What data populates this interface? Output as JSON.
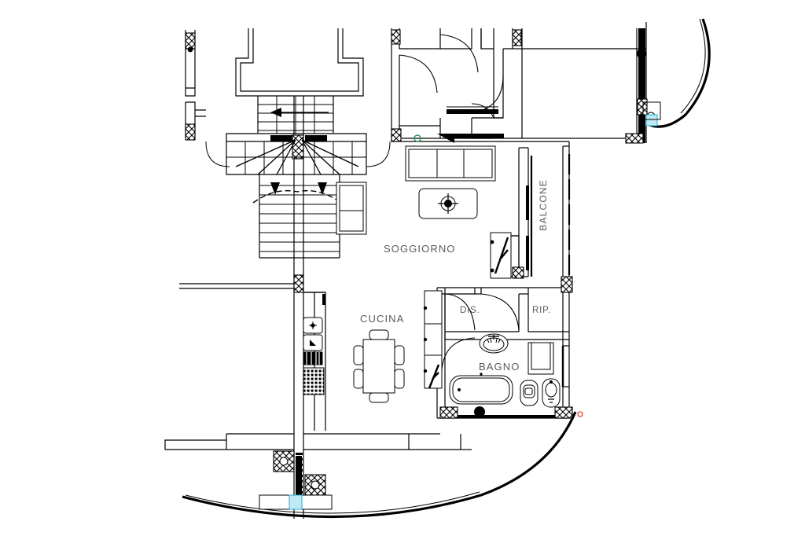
{
  "document": {
    "kind": "architectural-floor-plan",
    "style": "black-and-white CAD line drawing",
    "background_color": "#ffffff",
    "line_color": "#000000",
    "label_color": "#5a5a5a"
  },
  "rooms": [
    {
      "id": "soggiorno",
      "label": "SOGGIORNO",
      "orientation": "horizontal"
    },
    {
      "id": "cucina",
      "label": "CUCINA",
      "orientation": "horizontal"
    },
    {
      "id": "bagno",
      "label": "BAGNO",
      "orientation": "horizontal"
    },
    {
      "id": "dis",
      "label": "DIS.",
      "orientation": "horizontal"
    },
    {
      "id": "rip",
      "label": "RIP.",
      "orientation": "horizontal"
    },
    {
      "id": "balcone",
      "label": "BALCONE",
      "orientation": "vertical"
    }
  ],
  "labels": {
    "soggiorno": "SOGGIORNO",
    "cucina": "CUCINA",
    "bagno": "BAGNO",
    "dis": "DIS.",
    "rip": "RIP.",
    "balcone": "BALCONE"
  },
  "fixtures": [
    {
      "name": "sofa",
      "room": "soggiorno"
    },
    {
      "name": "coffee-table",
      "room": "soggiorno"
    },
    {
      "name": "dining-table",
      "room": "cucina"
    },
    {
      "name": "dining-chairs",
      "room": "cucina",
      "count": 6
    },
    {
      "name": "kitchen-sink",
      "room": "cucina"
    },
    {
      "name": "kitchen-stove",
      "room": "cucina"
    },
    {
      "name": "bathtub",
      "room": "bagno"
    },
    {
      "name": "washbasin",
      "room": "bagno"
    },
    {
      "name": "toilet",
      "room": "bagno"
    },
    {
      "name": "bidet",
      "room": "bagno"
    },
    {
      "name": "storage-unit",
      "room": "rip"
    },
    {
      "name": "staircase",
      "room": "vano-scala"
    },
    {
      "name": "staircase-landing",
      "room": "vano-scala"
    }
  ],
  "annotations": {
    "stair_direction_up": "arrow-left",
    "stair_direction_down": "arrow-down",
    "accent_marks": [
      "#1fb4d4",
      "#2e8b57",
      "#d04a28"
    ]
  }
}
